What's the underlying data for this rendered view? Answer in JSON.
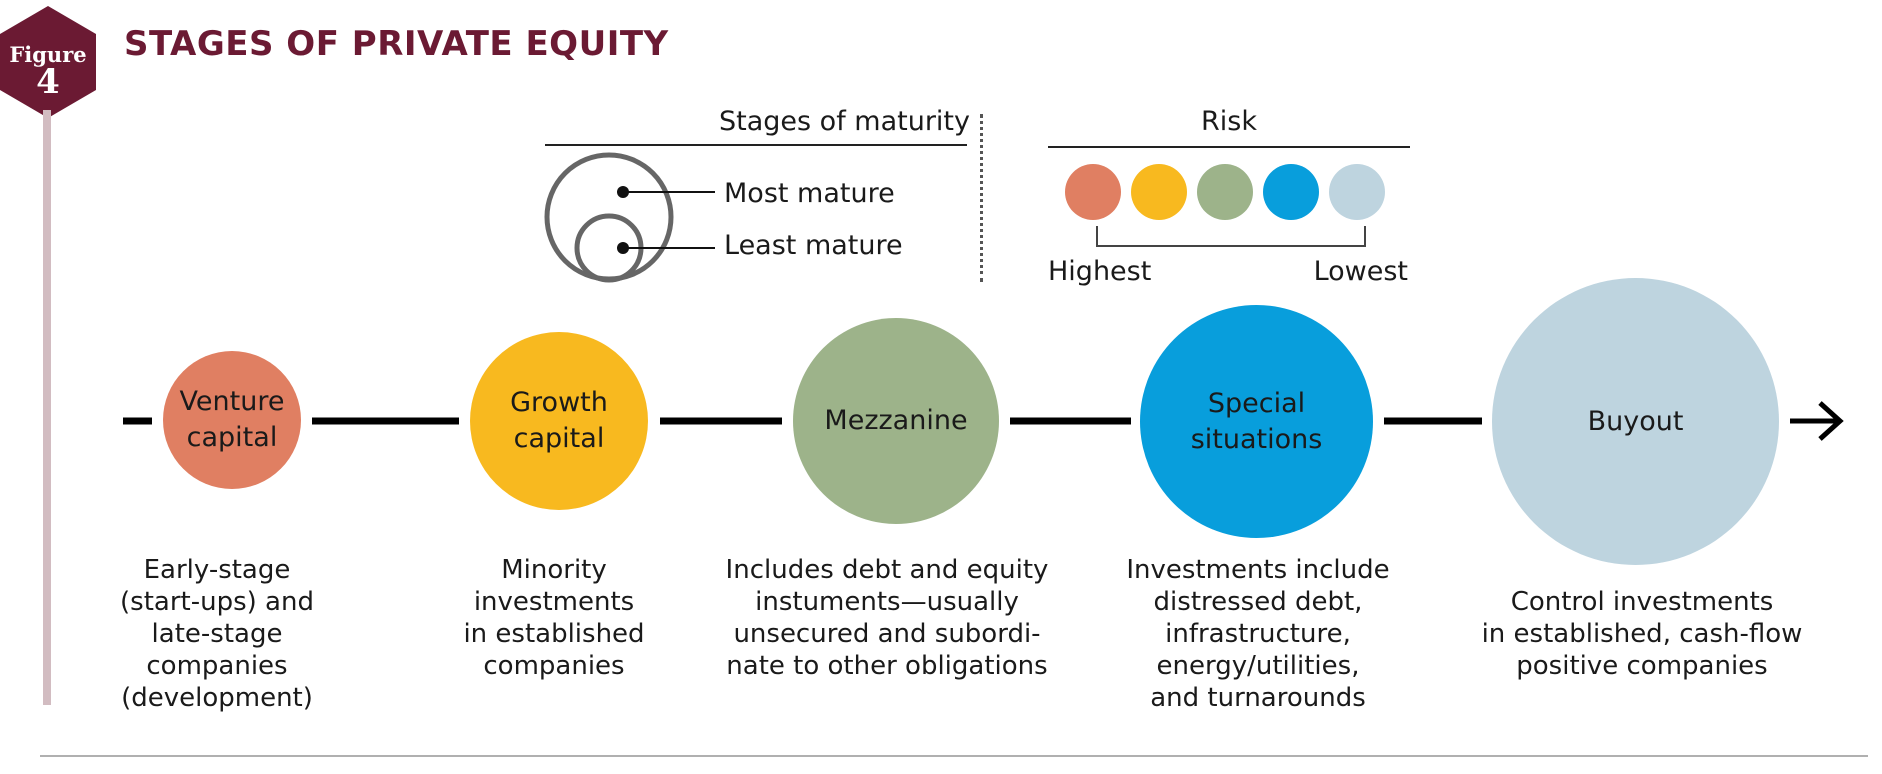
{
  "figure_badge": {
    "label": "Figure",
    "number": "4",
    "color": "#6b1a33"
  },
  "title": "STAGES OF PRIVATE EQUITY",
  "legend_maturity": {
    "heading": "Stages of maturity",
    "most_label": "Most mature",
    "least_label": "Least mature"
  },
  "legend_risk": {
    "heading": "Risk",
    "highest_label": "Highest",
    "lowest_label": "Lowest",
    "colors": [
      "#e07f62",
      "#f8b91f",
      "#9db38a",
      "#089edc",
      "#bed4df"
    ]
  },
  "stages": [
    {
      "label": "Venture\ncapital",
      "color": "#e07f62",
      "description": "Early-stage\n(start-ups) and\nlate-stage\ncompanies\n(development)"
    },
    {
      "label": "Growth\ncapital",
      "color": "#f8b91f",
      "description": "Minority\ninvestments\nin established\ncompanies"
    },
    {
      "label": "Mezzanine",
      "color": "#9db38a",
      "description": "Includes debt and equity\ninstuments—usually\nunsecured and subordi-\nnate to other obligations"
    },
    {
      "label": "Special\nsituations",
      "color": "#089edc",
      "description": "Investments include\ndistressed debt,\ninfrastructure,\nenergy/utilities,\nand turnarounds"
    },
    {
      "label": "Buyout",
      "color": "#bed4df",
      "description": "Control investments\nin established, cash-flow\npositive companies"
    }
  ]
}
